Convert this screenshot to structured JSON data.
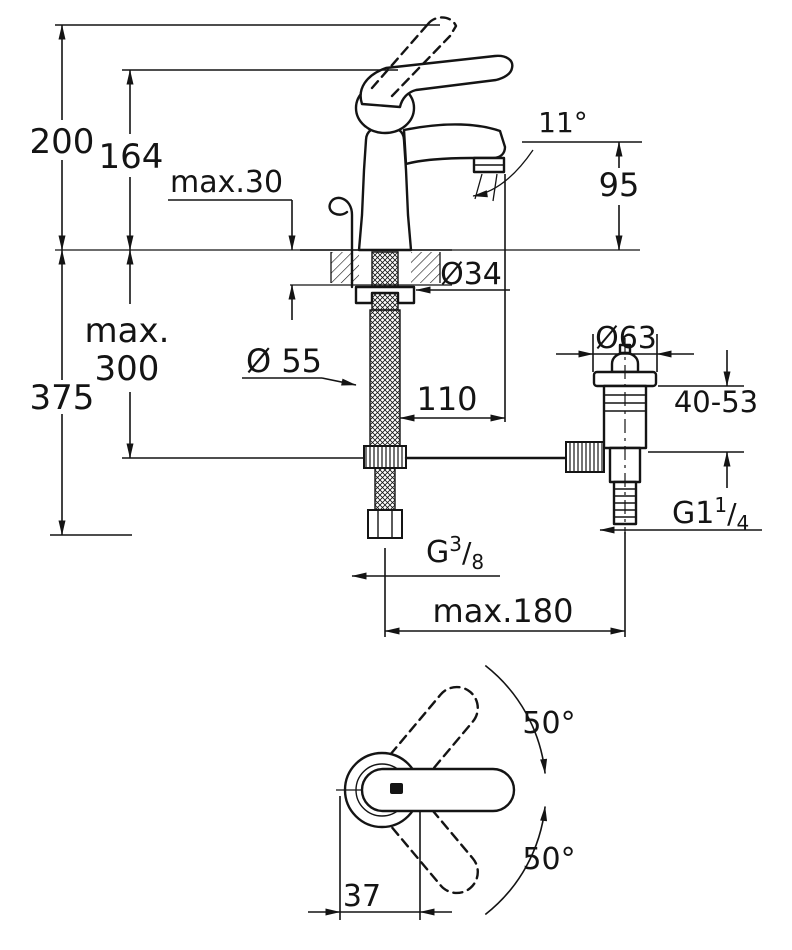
{
  "labels": {
    "dim200": "200",
    "dim164": "164",
    "max30": "max.30",
    "angle11": "11°",
    "dim95": "95",
    "max_word": "max.",
    "max300": "300",
    "dim375": "375",
    "dia34": "Ø34",
    "dia55": "Ø 55",
    "dim110": "110",
    "dia63": "Ø63",
    "range4053": "40-53",
    "g114_base": "G1",
    "g114_num": "1",
    "g114_slash": "/",
    "g114_den": "4",
    "g38_base": "G",
    "g38_num": "3",
    "g38_slash": "/",
    "g38_den": "8",
    "max180": "max.180",
    "angle50_top": "50°",
    "angle50_bottom": "50°",
    "dim37": "37"
  },
  "colors": {
    "line": "#141414",
    "background": "#ffffff"
  }
}
